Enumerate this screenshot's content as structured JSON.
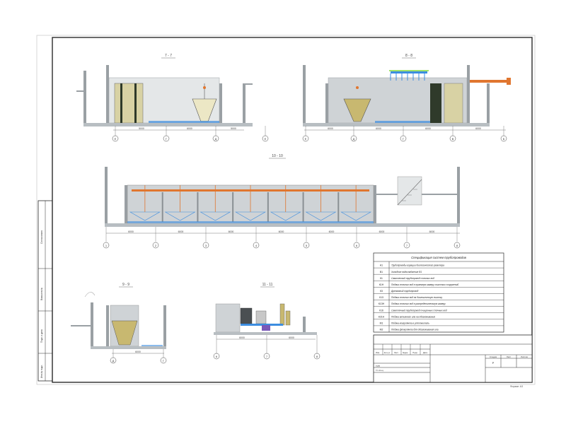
{
  "sections": {
    "s77": {
      "title": "7 - 7",
      "axes": [
        "Е",
        "Г",
        "Д",
        "Е"
      ],
      "dims": [
        "5000",
        "6000",
        "5000"
      ]
    },
    "s88": {
      "title": "8 - 8",
      "axes": [
        "Е",
        "Д",
        "Г",
        "В",
        "Б"
      ],
      "dims": [
        "6000",
        "6000",
        "6000",
        "6000"
      ]
    },
    "s1010": {
      "title": "10 - 10",
      "axes": [
        "1",
        "2",
        "3",
        "4",
        "5",
        "6",
        "7",
        "8"
      ],
      "dims": [
        "6000",
        "6000",
        "6000",
        "6000",
        "6000",
        "6000",
        "6000"
      ]
    },
    "s99": {
      "title": "9 - 9",
      "axes": [
        "Д",
        "Г"
      ],
      "dims": [
        "6000"
      ]
    },
    "s1111": {
      "title": "11 - 11",
      "axes": [
        "6",
        "7",
        "8"
      ],
      "dims": [
        "6000",
        "6000"
      ]
    }
  },
  "spec": {
    "title": "Спецификация систем трубопроводов",
    "rows": [
      {
        "code": "А1",
        "text": "Трубопроводы аэрации биологического реактора"
      },
      {
        "code": "В1",
        "text": "Холодное водоснабжение В1"
      },
      {
        "code": "К1",
        "text": "Самотечный трубопровод сточных вод"
      },
      {
        "code": "К1Н",
        "text": "Подача сточных вод в приемную камеру очистных сооружений"
      },
      {
        "code": "К3",
        "text": "Дренажный трубопровод"
      },
      {
        "code": "К13",
        "text": "Подача сточных вод на биологическую очистку"
      },
      {
        "code": "К13Н",
        "text": "Подача сточных вод в распределительную камеру"
      },
      {
        "code": "К16",
        "text": "Самотечный трубопровод очищенных сточных вод"
      },
      {
        "code": "К21Н",
        "text": "Подача активного ила на обезвоживание"
      },
      {
        "code": "М1",
        "text": "Подача коагулянта в уплотнитель"
      },
      {
        "code": "М2",
        "text": "Подача флокулянта для обезвоживания ила"
      }
    ]
  },
  "stamp": {
    "head": [
      "Изм.",
      "Кол.уч",
      "Лист",
      "№док.",
      "Подп.",
      "Дата"
    ],
    "roles": [
      "ГИП",
      "Гл.спец."
    ],
    "stage_header": [
      "Стадия",
      "Лист",
      "Листов"
    ],
    "stage": "Р",
    "format": "Формат А3"
  },
  "side_stamp": [
    "Согласовано",
    "Взам.инв.№",
    "Подп. и дата",
    "Инв.№ подл."
  ],
  "colors": {
    "frame": "#2a2a2a",
    "concrete": "#cfd3d6",
    "water": "#e4e7e8",
    "pipe_orange": "#e0762f",
    "sludge": "#c8b870",
    "green_equip": "#2f3a2a",
    "blue_fill": "#3c8de0",
    "lime": "#9fe26a"
  }
}
